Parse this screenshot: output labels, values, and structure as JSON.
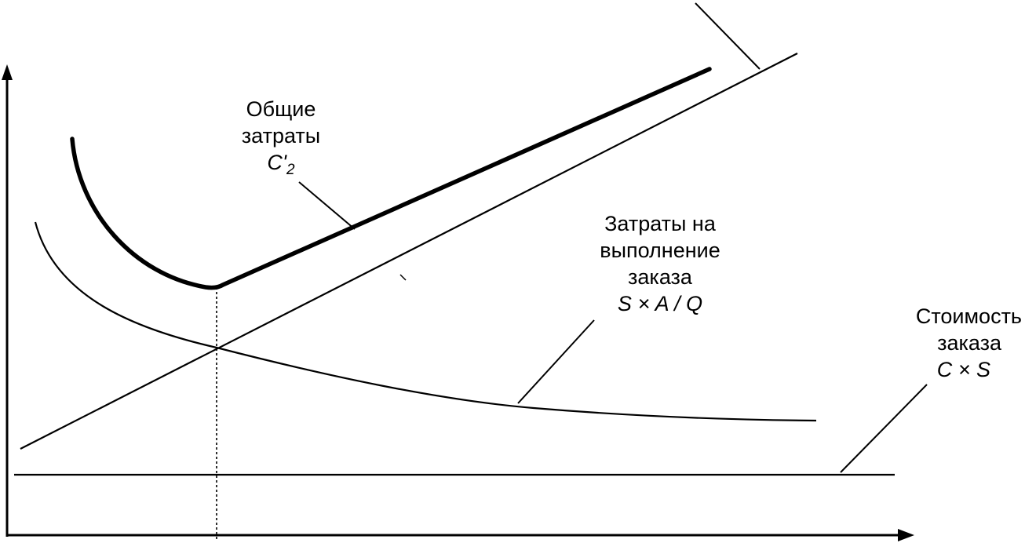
{
  "labels": {
    "total_costs": {
      "line1": "Общие",
      "line2": "затраты",
      "symbol": "C'",
      "symbol_sub": "2"
    },
    "order_execution_costs": {
      "line1": "Затраты на",
      "line2": "выполнение",
      "line3": "заказа",
      "formula": "S × A / Q"
    },
    "order_value": {
      "line1": "Стоимость",
      "line2": "заказа",
      "formula": "C × S"
    }
  },
  "colors": {
    "ink": "#000000",
    "background": "#ffffff"
  }
}
